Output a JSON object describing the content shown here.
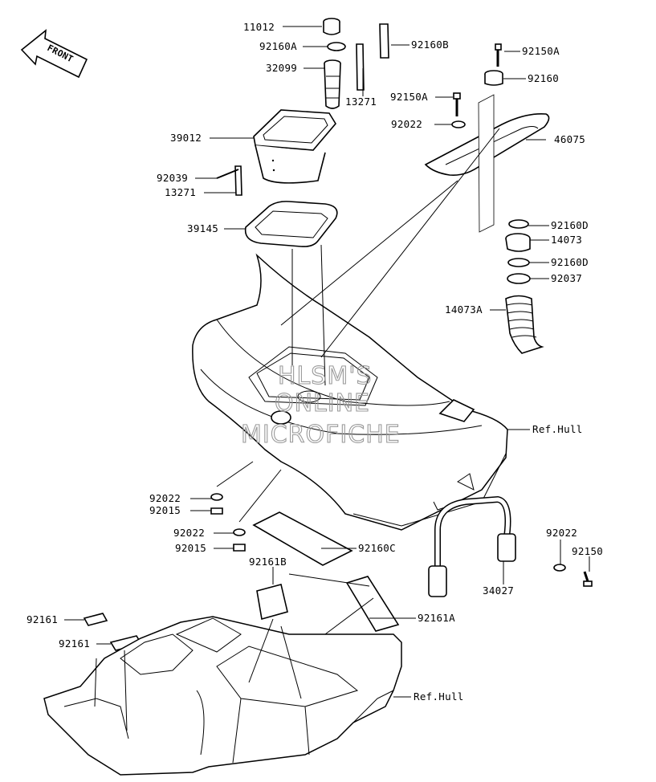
{
  "orientation": {
    "label": "FRONT"
  },
  "watermark": {
    "line1": "HLSM'S",
    "line2": "ONLINE",
    "line3": "MICROFICHE"
  },
  "labels": {
    "p11012": "11012",
    "p92160A": "92160A",
    "p92160B": "92160B",
    "p32099": "32099",
    "p13271_top": "13271",
    "p92150A_top": "92150A",
    "p92160": "92160",
    "p92150A_mid": "92150A",
    "p92022_top": "92022",
    "p39012": "39012",
    "p46075": "46075",
    "p92039": "92039",
    "p13271_low": "13271",
    "p39145": "39145",
    "p92160D_a": "92160D",
    "p14073": "14073",
    "p92160D_b": "92160D",
    "p92037": "92037",
    "p14073A": "14073A",
    "refhull_top": "Ref.Hull",
    "p92022_a": "92022",
    "p92015_a": "92015",
    "p92022_b": "92022",
    "p92015_b": "92015",
    "p92160C": "92160C",
    "p92022_r": "92022",
    "p92150": "92150",
    "p34027": "34027",
    "p92161B": "92161B",
    "p92161_a": "92161",
    "p92161A": "92161A",
    "p92161_b": "92161",
    "refhull_bottom": "Ref.Hull"
  }
}
